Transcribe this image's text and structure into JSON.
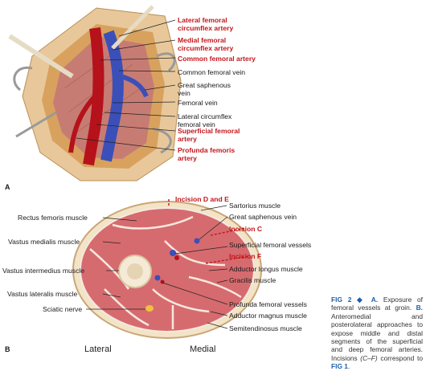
{
  "panel_a": {
    "letter": "A",
    "labels": [
      {
        "l1": "Lateral femoral",
        "l2": "circumflex artery",
        "red": true
      },
      {
        "l1": "Medial femoral",
        "l2": "circumflex artery",
        "red": true
      },
      {
        "l1": "Common femoral artery",
        "l2": "",
        "red": true
      },
      {
        "l1": "Common femoral vein",
        "l2": "",
        "red": false
      },
      {
        "l1": "Great saphenous",
        "l2": "vein",
        "red": false
      },
      {
        "l1": "Femoral vein",
        "l2": "",
        "red": false
      },
      {
        "l1": "Lateral circumflex",
        "l2": "femoral vein",
        "red": false
      },
      {
        "l1": "Superficial femoral",
        "l2": "artery",
        "red": true
      },
      {
        "l1": "Profunda femoris",
        "l2": "artery",
        "red": true
      }
    ]
  },
  "panel_b": {
    "letter": "B",
    "incisions": [
      "Incision D and E",
      "Incision C",
      "Incision F"
    ],
    "left_labels": [
      "Rectus femoris muscle",
      "Vastus medialis muscle",
      "Vastus intermedius muscle",
      "Vastus lateralis muscle",
      "Sciatic nerve"
    ],
    "right_labels": [
      "Sartorius muscle",
      "Great saphenous vein",
      "Superficial femoral vessels",
      "Adductor longus muscle",
      "Gracilis muscle",
      "Profunda femoral vessels",
      "Adductor magnus muscle",
      "Semitendinosus muscle"
    ],
    "lateral": "Lateral",
    "medial": "Medial"
  },
  "caption": {
    "fig": "FIG 2",
    "bullet": "◆",
    "a": "A.",
    "a_text": "Exposure of femoral vessels at groin.",
    "b": "B.",
    "b_text": "Anteromedial and posterolateral approaches to expose middle and distal segments of the superficial and deep femoral arteries. Incisions",
    "cf": "(C–F)",
    "tail": "correspond to",
    "fig1": "FIG 1",
    "end": "."
  }
}
